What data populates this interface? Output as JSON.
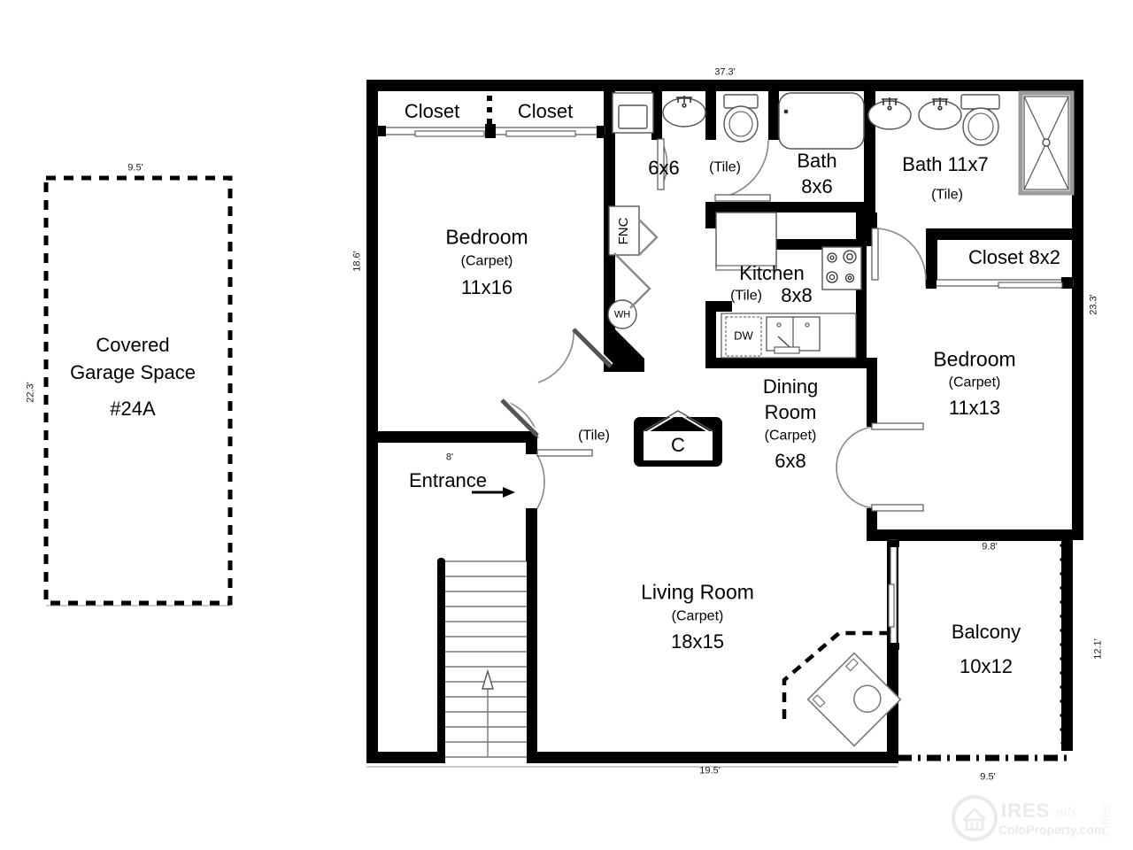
{
  "document": {
    "type": "floor-plan",
    "watermark": {
      "brand": "IRES",
      "brand_suffix": "mls",
      "site": "ColoProperty.com",
      "copyright": "© IRES"
    }
  },
  "garage": {
    "line1": "Covered",
    "line2": "Garage Space",
    "line3": "#24A",
    "dim_top": "9.5'",
    "dim_left": "22.3'"
  },
  "rooms": [
    {
      "key": "closet_left",
      "name": "Closet"
    },
    {
      "key": "closet_right",
      "name": "Closet"
    },
    {
      "key": "bedroom_left",
      "name": "Bedroom",
      "floor": "(Carpet)",
      "size": "11x16"
    },
    {
      "key": "laundry",
      "name": "6x6"
    },
    {
      "key": "hall_tile",
      "name": "(Tile)"
    },
    {
      "key": "bath_small",
      "name": "Bath",
      "size": "8x6"
    },
    {
      "key": "bath_master",
      "name": "Bath 11x7",
      "floor": "(Tile)"
    },
    {
      "key": "closet_master",
      "name": "Closet 8x2"
    },
    {
      "key": "kitchen",
      "name": "Kitchen",
      "floor": "(Tile)",
      "size": "8x8"
    },
    {
      "key": "bedroom_right",
      "name": "Bedroom",
      "floor": "(Carpet)",
      "size": "11x13"
    },
    {
      "key": "dining",
      "name_line1": "Dining",
      "name_line2": "Room",
      "floor": "(Carpet)",
      "size": "6x8"
    },
    {
      "key": "living",
      "name": "Living Room",
      "floor": "(Carpet)",
      "size": "18x15"
    },
    {
      "key": "balcony",
      "name": "Balcony",
      "size": "10x12"
    },
    {
      "key": "foyer_tile",
      "name": "(Tile)"
    }
  ],
  "labels": {
    "closet_left": "Closet",
    "closet_right": "Closet",
    "bedroom_left_name": "Bedroom",
    "bedroom_left_floor": "(Carpet)",
    "bedroom_left_size": "11x16",
    "laundry_size": "6x6",
    "hall_tile": "(Tile)",
    "bath_small_name": "Bath",
    "bath_small_size": "8x6",
    "bath_master_name": "Bath 11x7",
    "bath_master_floor": "(Tile)",
    "closet_master": "Closet 8x2",
    "kitchen_name": "Kitchen",
    "kitchen_floor": "(Tile)",
    "kitchen_size": "8x8",
    "bedroom_right_name": "Bedroom",
    "bedroom_right_floor": "(Carpet)",
    "bedroom_right_size": "11x13",
    "dining_line1": "Dining",
    "dining_line2": "Room",
    "dining_floor": "(Carpet)",
    "dining_size": "6x8",
    "living_name": "Living Room",
    "living_floor": "(Carpet)",
    "living_size": "18x15",
    "balcony_name": "Balcony",
    "balcony_size": "10x12",
    "entrance": "Entrance",
    "foyer_tile": "(Tile)",
    "closet_marker": "C"
  },
  "fixtures": {
    "furnace": "FNC",
    "water_heater": "WH",
    "dishwasher": "DW"
  },
  "dimensions": {
    "top_overall": "37.3'",
    "left_bedroom": "18.6'",
    "right_overall": "23.3'",
    "foyer_top": "8'",
    "living_bottom": "19.5'",
    "bedroom_right_bottom": "9.8'",
    "balcony_bottom": "9.5'",
    "balcony_right": "12.1'",
    "garage_top": "9.5'",
    "garage_left": "22.3'"
  },
  "colors": {
    "wall": "#000000",
    "background": "#ffffff",
    "fixture_stroke": "#555555",
    "dimension_text": "#1a1a1a",
    "watermark": "#bdbdbd"
  }
}
